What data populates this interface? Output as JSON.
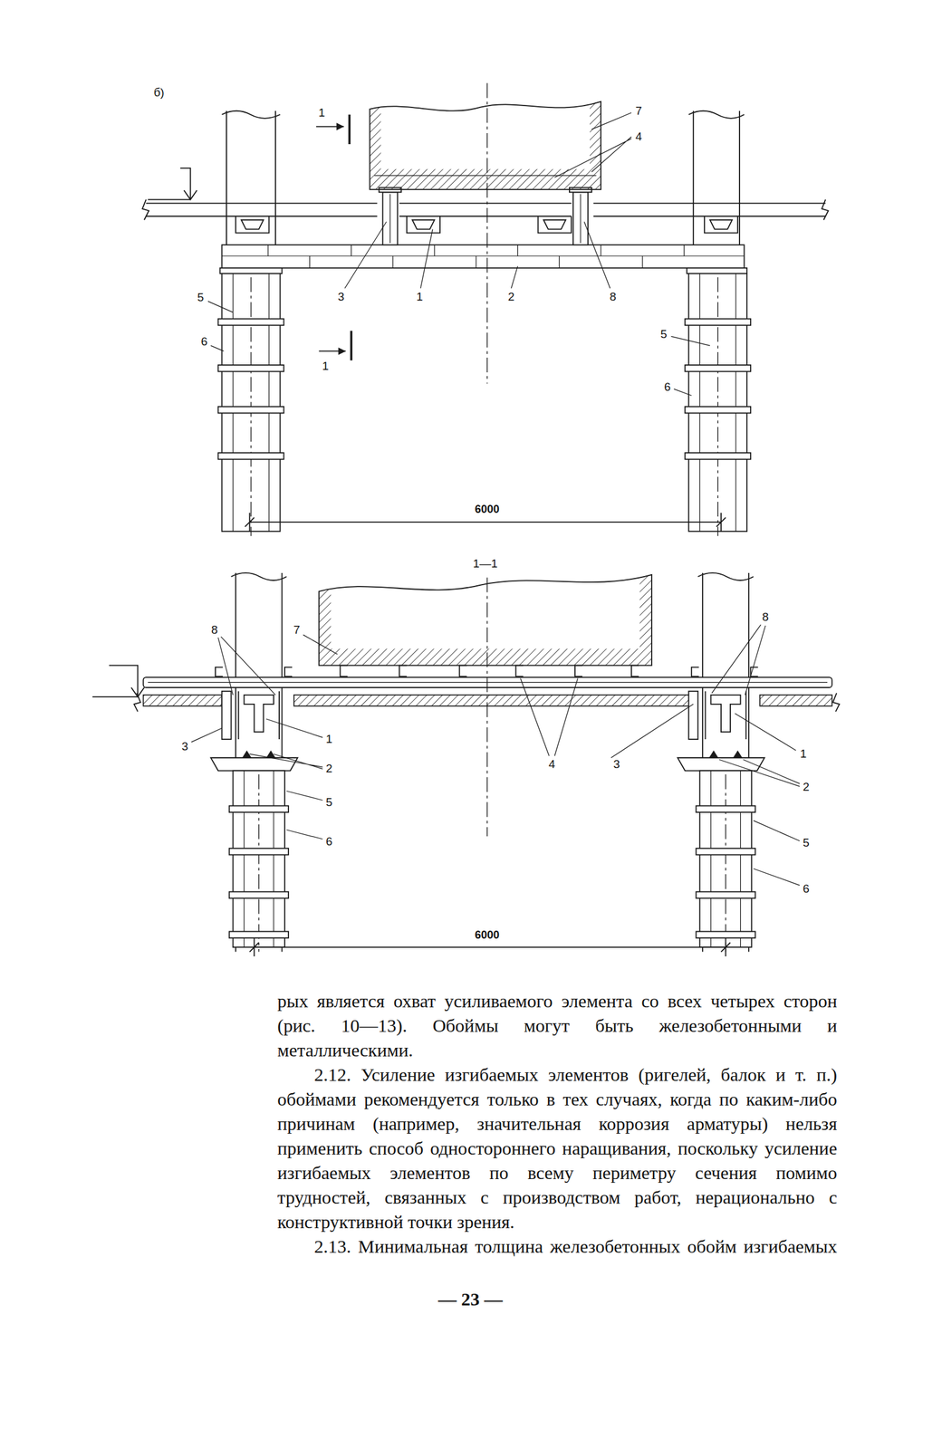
{
  "diagram": {
    "labels": [
      "б)",
      "1",
      "7",
      "4",
      "3",
      "1",
      "2",
      "8",
      "5",
      "6",
      "5",
      "6",
      "1",
      "6000",
      "1—1",
      "8",
      "7",
      "8",
      "3",
      "1",
      "2",
      "5",
      "6",
      "4",
      "3",
      "1",
      "2",
      "5",
      "6",
      "6000",
      "рых является охват усиливаемого элемента со всех четырех сторон (рис. 10—13). Обоймы могут быть железобетонными и металлическими.",
      "2.12. Усиление изгибаемых элементов (ригелей, балок и т. п.) обоймами рекомендуется только в тех случаях, когда по каким-либо причинам (например, значительная коррозия арматуры) нельзя применить способ одностороннего наращивания, поскольку усиление изгибаемых элементов по всему периметру сечения помимо трудностей, связанных с производством работ, нерационально с конструктивной точки зрения.",
      "2.13. Минимальная толщина железобетонных обойм изгибаемых",
      "— 23 —"
    ]
  }
}
